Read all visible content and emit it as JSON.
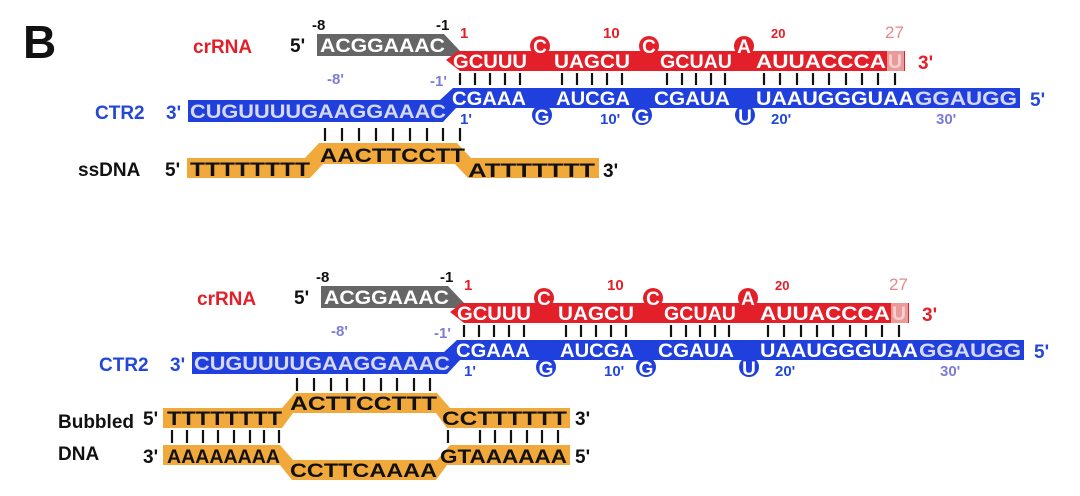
{
  "panel_label": "B",
  "colors": {
    "crrna": "#e3202a",
    "crrna_tag": "#666666",
    "ctr2": "#2040de",
    "dna": "#f2a93b",
    "ctr2_numbers_light": "#7c7cd4"
  },
  "panels": [
    {
      "crrna": {
        "label": "crRNA",
        "five": "5'",
        "three": "3'",
        "tag": "ACGGAAAC",
        "seg1": "GCUUU",
        "bulge1": "C",
        "seg2": "UAGCU",
        "bulge2": "C",
        "seg3": "GCUAU",
        "bulge3": "A",
        "seg4": "AUUACCCA",
        "last": "U",
        "num_m8": "-8",
        "num_m1": "-1",
        "num_1": "1",
        "num_10": "10",
        "num_20": "20",
        "num_27": "27"
      },
      "ctr2": {
        "label": "CTR2",
        "three": "3'",
        "five": "5'",
        "tail": "CUGUUUUGAAGGAAAC",
        "seg1": "CGAAA",
        "bulge1": "G",
        "seg2": "AUCGA",
        "bulge2": "G",
        "seg3": "CGAUA",
        "bulge3": "U",
        "seg4": "UAAUGGGUAA",
        "seg5": "GGAUGG",
        "num_m8": "-8'",
        "num_m1": "-1'",
        "num_1": "1'",
        "num_10": "10'",
        "num_20": "20'",
        "num_30": "30'"
      },
      "dna": {
        "label": "ssDNA",
        "five": "5'",
        "three": "3'",
        "seg1": "TTTTTTTT",
        "seg2": "AACTTCCTT",
        "seg3": "ATTTTTTT"
      }
    },
    {
      "crrna": {
        "label": "crRNA",
        "five": "5'",
        "three": "3'",
        "tag": "ACGGAAAC",
        "seg1": "GCUUU",
        "bulge1": "C",
        "seg2": "UAGCU",
        "bulge2": "C",
        "seg3": "GCUAU",
        "bulge3": "A",
        "seg4": "AUUACCCA",
        "last": "U",
        "num_m8": "-8",
        "num_m1": "-1",
        "num_1": "1",
        "num_10": "10",
        "num_20": "20",
        "num_27": "27"
      },
      "ctr2": {
        "label": "CTR2",
        "three": "3'",
        "five": "5'",
        "tail": "CUGUUUUGAAGGAAAC",
        "seg1": "CGAAA",
        "bulge1": "G",
        "seg2": "AUCGA",
        "bulge2": "G",
        "seg3": "CGAUA",
        "bulge3": "U",
        "seg4": "UAAUGGGUAA",
        "seg5": "GGAUGG",
        "num_m8": "-8'",
        "num_m1": "-1'",
        "num_1": "1'",
        "num_10": "10'",
        "num_20": "20'",
        "num_30": "30'"
      },
      "dna": {
        "label_line1": "Bubbled",
        "label_line2": "DNA",
        "top": {
          "five": "5'",
          "three": "3'",
          "seg1": "TTTTTTTT",
          "seg2": "ACTTCCTTT",
          "seg3": "CCTTTTTT"
        },
        "bottom": {
          "three": "3'",
          "five": "5'",
          "seg1": "AAAAAAAA",
          "seg2": "CCTTCAAAA",
          "seg3": "GTAAAAAA"
        }
      }
    }
  ]
}
